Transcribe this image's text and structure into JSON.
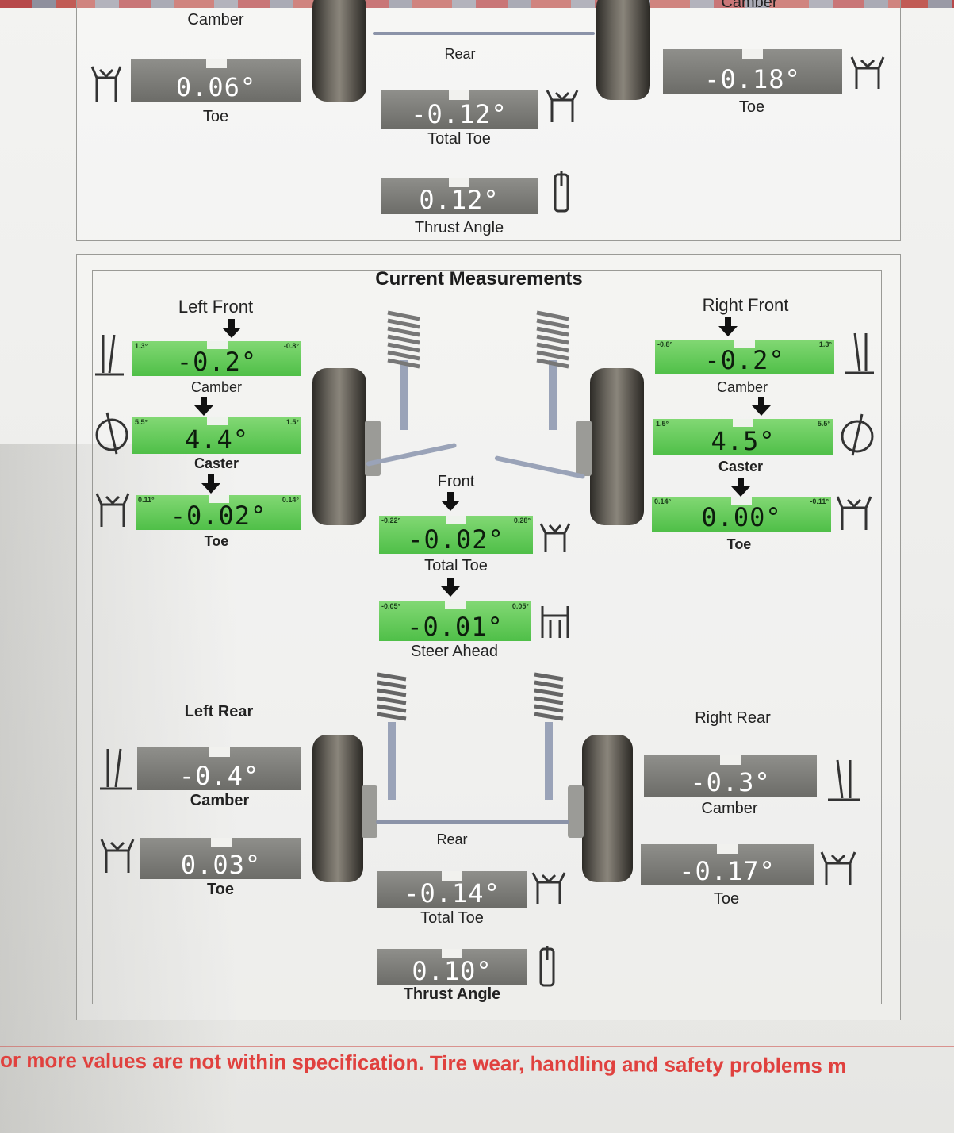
{
  "upper_section": {
    "left_camber_label": "Camber",
    "right_camber_label": "Camber",
    "rear_label": "Rear",
    "left_toe": {
      "value": "0.06°",
      "label": "Toe"
    },
    "right_toe": {
      "value": "-0.18°",
      "label": "Toe"
    },
    "total_toe": {
      "value": "-0.12°",
      "label": "Total Toe"
    },
    "thrust_angle": {
      "value": "0.12°",
      "label": "Thrust Angle"
    }
  },
  "current": {
    "title": "Current Measurements",
    "left_front": {
      "label": "Left Front",
      "camber": {
        "value": "-0.2°",
        "label": "Camber",
        "min": "1.3°",
        "max": "-0.8°"
      },
      "caster": {
        "value": "4.4°",
        "label": "Caster",
        "min": "5.5°",
        "max": "1.5°"
      },
      "toe": {
        "value": "-0.02°",
        "label": "Toe",
        "min": "0.11°",
        "max": "0.14°"
      }
    },
    "right_front": {
      "label": "Right Front",
      "camber": {
        "value": "-0.2°",
        "label": "Camber",
        "min": "-0.8°",
        "max": "1.3°"
      },
      "caster": {
        "value": "4.5°",
        "label": "Caster",
        "min": "1.5°",
        "max": "5.5°"
      },
      "toe": {
        "value": "0.00°",
        "label": "Toe",
        "min": "0.14°",
        "max": "-0.11°"
      }
    },
    "front_label": "Front",
    "total_toe": {
      "value": "-0.02°",
      "label": "Total Toe",
      "min": "-0.22°",
      "max": "0.28°"
    },
    "steer_ahead": {
      "value": "-0.01°",
      "label": "Steer Ahead",
      "min": "-0.05°",
      "max": "0.05°"
    },
    "left_rear": {
      "label": "Left Rear",
      "camber": {
        "value": "-0.4°",
        "label": "Camber"
      },
      "toe": {
        "value": "0.03°",
        "label": "Toe"
      }
    },
    "right_rear": {
      "label": "Right Rear",
      "camber": {
        "value": "-0.3°",
        "label": "Camber"
      },
      "toe": {
        "value": "-0.17°",
        "label": "Toe"
      }
    },
    "rear_label": "Rear",
    "rear_total_toe": {
      "value": "-0.14°",
      "label": "Total Toe"
    },
    "rear_thrust_angle": {
      "value": "0.10°",
      "label": "Thrust Angle"
    }
  },
  "warning": "or more values are not within specification.  Tire wear, handling and safety problems m",
  "colors": {
    "gray_gauge": "#7d7d79",
    "green_gauge": "#5cc853",
    "warning_red": "#e0413e"
  }
}
